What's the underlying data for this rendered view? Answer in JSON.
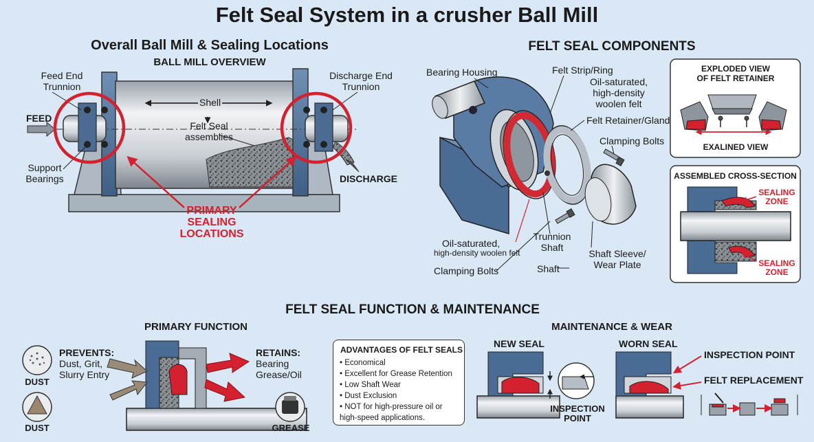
{
  "title": "Felt Seal System in a crusher Ball Mill",
  "overview": {
    "heading": "Overall Ball Mill & Sealing Locations",
    "subheading": "BALL MILL OVERVIEW",
    "feed_end_trunnion": "Feed End\nTrunnion",
    "discharge_end_trunnion": "Discharge End\nTrunnion",
    "shell": "Shell",
    "felt_seal_assemblies": "Felt Seal\nassemblies",
    "feed": "FEED",
    "discharge": "DISCHARGE",
    "support_bearings": "Support\nBearings",
    "primary_sealing_locations": "PRIMARY\nSEALING\nLOCATIONS"
  },
  "components": {
    "heading": "FELT SEAL COMPONENTS",
    "bearing_housing": "Bearing Housing",
    "felt_strip_ring": "Felt Strip/Ring",
    "oil_saturated_felt": "Oil-saturated,\nhigh-density\nwoolen felt",
    "felt_retainer_gland": "Felt Retainer/Gland",
    "clamping_bolts_right": "Clamping Bolts",
    "oil_saturated_left_1": "Oil-saturated,",
    "oil_saturated_left_2": "high-density woolen felt",
    "trunnion_shaft": "Trunnion\nShaft",
    "shaft_sleeve": "Shaft Sleeve/\nWear Plate",
    "clamping_bolts_bottom": "Clamping Bolts",
    "shaft": "Shaft"
  },
  "exploded_view": {
    "heading": "EXPLODED VIEW\nOF FELT RETAINER",
    "caption": "EXALINED VIEW"
  },
  "cross_section": {
    "heading": "ASSEMBLED CROSS-SECTION",
    "sealing_zone_top": "SEALING\nZONE",
    "sealing_zone_bottom": "SEALING\nZONE"
  },
  "function_maintenance": {
    "heading": "FELT SEAL FUNCTION & MAINTENANCE",
    "primary_function": "PRIMARY FUNCTION",
    "prevents_title": "PREVENTS:",
    "prevents_text": "Dust, Grit,\nSlurry Entry",
    "retains_title": "RETAINS:",
    "retains_text": "Bearing\nGrease/Oil",
    "dust_label_1": "DUST",
    "dust_label_2": "DUST",
    "grease_label": "GREASE"
  },
  "advantages": {
    "heading": "ADVANTAGES OF FELT SEALS",
    "items": [
      "Economical",
      "Excellent for Grease Retention",
      "Low Shaft Wear",
      "Dust Exclusion",
      "NOT for high-pressure oil or\nhigh-speed applications."
    ]
  },
  "maintenance": {
    "heading": "MAINTENANCE & WEAR",
    "new_seal": "NEW SEAL",
    "worn_seal": "WORN SEAL",
    "inspection_point_top": "INSPECTION POINT",
    "inspection_point_bottom": "INSPECTION\nPOINT",
    "felt_replacement": "FELT REPLACEMENT"
  },
  "colors": {
    "background": "#d9e8f4",
    "accent_red": "#d3212f",
    "steel_blue": "#4a6c94",
    "felt_red": "#c9232d"
  }
}
